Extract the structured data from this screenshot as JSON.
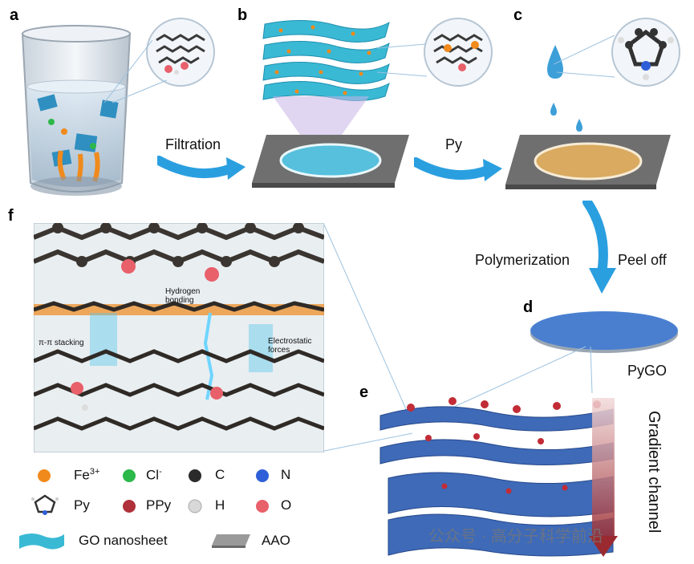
{
  "panels": {
    "a": "a",
    "b": "b",
    "c": "c",
    "d": "d",
    "e": "e",
    "f": "f"
  },
  "steps": {
    "filtration": "Filtration",
    "py": "Py",
    "polymerization": "Polymerization",
    "peel_off": "Peel off"
  },
  "labels": {
    "pygo": "PyGO",
    "gradient": "Gradient channel"
  },
  "inset": {
    "hydrogen": "Hydrogen bonding",
    "stacking": "π-π stacking",
    "electrostatic": "Electrostatic forces"
  },
  "legend": {
    "fe": "Fe",
    "fe_sup": "3+",
    "cl": "Cl",
    "cl_sup": "-",
    "c": "C",
    "n": "N",
    "py": "Py",
    "ppy": "PPy",
    "h": "H",
    "o": "O",
    "go": "GO nanosheet",
    "aao": "AAO"
  },
  "watermark": "公众号 · 高分子科学前沿",
  "colors": {
    "fe": "#f08a1c",
    "cl": "#2db84a",
    "c": "#2b2b2b",
    "n": "#2f5fd8",
    "ppy": "#b0303a",
    "h": "#d8d8d8",
    "o": "#e8606a",
    "go": "#39b9d4",
    "aao": "#8a8a8a",
    "arrow": "#2a9fe0",
    "disk": "#4a7fd0"
  }
}
